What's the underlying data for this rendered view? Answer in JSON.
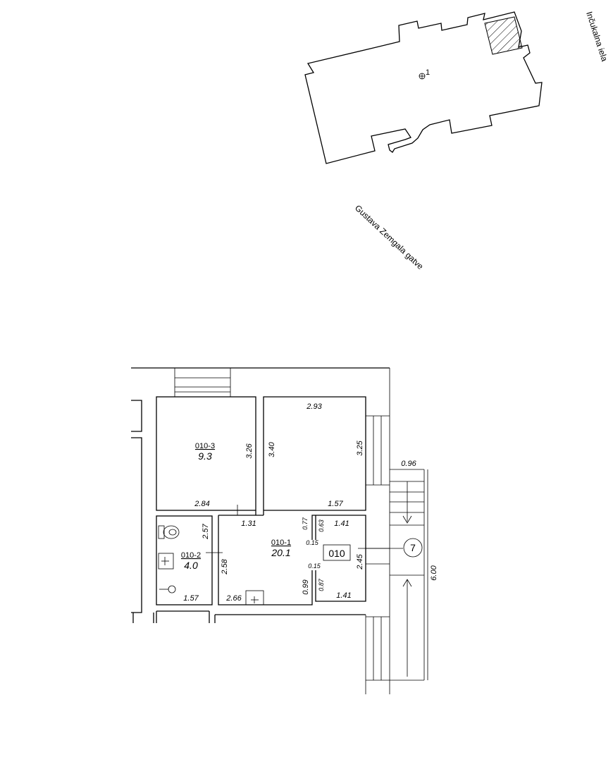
{
  "site_plan": {
    "street_right": "Inčukalna iela",
    "street_bottom": "Gustava Zemgala gatve",
    "building_marker": "1"
  },
  "floor_plan": {
    "unit": "010",
    "entrance_number": "7",
    "rooms": [
      {
        "id": "010-3",
        "area": "9.3"
      },
      {
        "id": "010-2",
        "area": "4.0"
      },
      {
        "id": "010-1",
        "area": "20.1"
      }
    ],
    "dimensions": {
      "d_2_93": "2.93",
      "d_3_25": "3.25",
      "d_3_40": "3.40",
      "d_3_26": "3.26",
      "d_2_84": "2.84",
      "d_1_31": "1.31",
      "d_1_57_top": "1.57",
      "d_0_77": "0.77",
      "d_0_63": "0.63",
      "d_1_41_top": "1.41",
      "d_0_15_top": "0.15",
      "d_2_57": "2.57",
      "d_2_58": "2.58",
      "d_1_57_wc": "1.57",
      "d_2_66": "2.66",
      "d_0_15_bot": "0.15",
      "d_0_99": "0.99",
      "d_0_87": "0.87",
      "d_1_41_bot": "1.41",
      "d_2_45": "2.45",
      "d_0_96": "0.96",
      "d_6_00": "6.00"
    }
  }
}
